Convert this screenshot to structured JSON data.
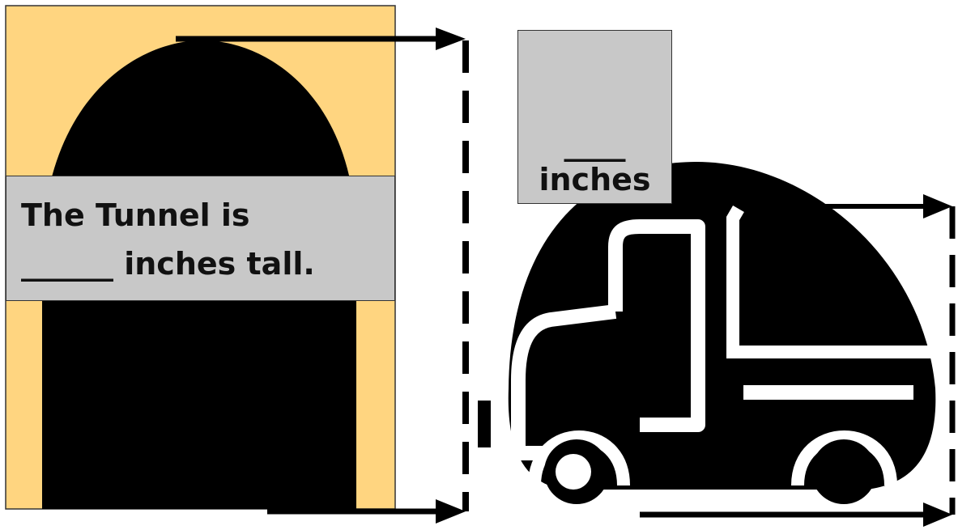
{
  "tunnel": {
    "label_line1": "The Tunnel is",
    "label_line2": "______ inches tall."
  },
  "truck": {
    "blank": "____",
    "label_unit": "inches"
  },
  "colors": {
    "tunnel_bg": "#FFD580",
    "shape": "#000000",
    "label_bg": "#C8C8C8",
    "arrow": "#000000"
  }
}
